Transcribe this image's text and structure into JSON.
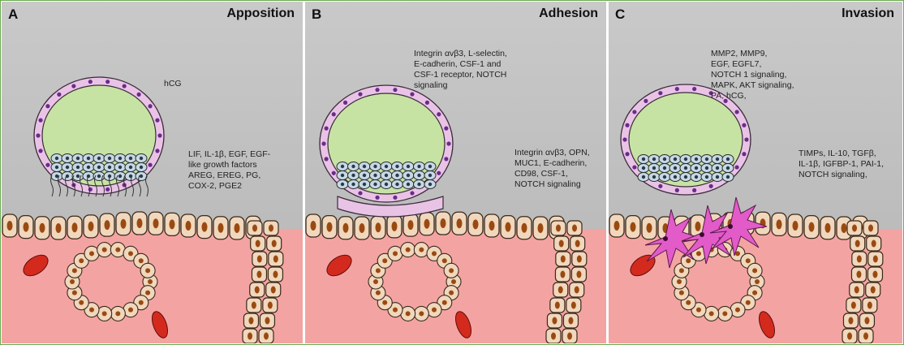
{
  "panels": [
    {
      "letter": "A",
      "title": "Apposition",
      "labels": {
        "hormone": "hCG",
        "factors": "LIF, IL-1β, EGF, EGF-\nlike growth factors\nAREG, EREG, PG,\nCOX-2, PGE2"
      }
    },
    {
      "letter": "B",
      "title": "Adhesion",
      "labels": {
        "top": "Integrin αvβ3, L-selectin,\nE-cadherin, CSF-1 and\nCSF-1 receptor, NOTCH\nsignaling",
        "mid": "Integrin αvβ3, OPN,\nMUC1, E-cadherin,\nCD98, CSF-1,\nNOTCH signaling"
      }
    },
    {
      "letter": "C",
      "title": "Invasion",
      "labels": {
        "top": "MMP2, MMP9,\nEGF, EGFL7,\nNOTCH 1 signaling,\nMAPK, AKT signaling,\nPA, hCG,",
        "mid": "TIMPs, IL-10, TGFβ,\nIL-1β, IGFBP-1, PAI-1,\nNOTCH signaling,"
      }
    }
  ],
  "colors": {
    "background": "#bdbdbd",
    "blastocoel": "#c7e3a4",
    "trophoblast": "#e9c3e6",
    "trophoblast_nucleus": "#6b2b8a",
    "inner_cell_mass": "#c7d9e6",
    "endometrium": "#f4a3a3",
    "epithelial_cell": "#f0d7bd",
    "epithelial_nucleus": "#9a4a10",
    "blood_cell": "#d42a1e",
    "invading_cell": "#e25bc9"
  }
}
